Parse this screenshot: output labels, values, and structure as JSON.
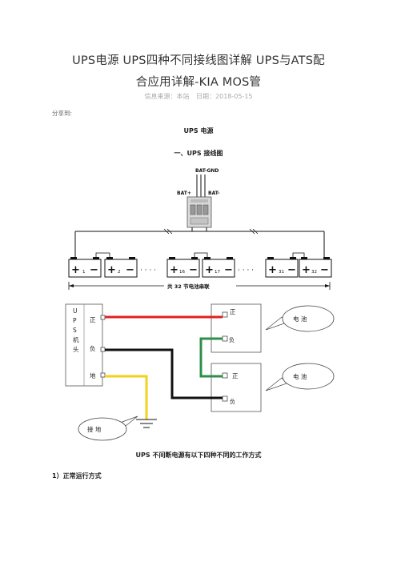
{
  "article": {
    "title_line1": "UPS电源  UPS四种不同接线图详解  UPS与ATS配",
    "title_line2": "合应用详解-KIA MOS管",
    "source": "信息来源：本站",
    "date": "日期：2018-05-15",
    "share": "分享到:"
  },
  "section": {
    "heading": "UPS 电源",
    "subheading": "一、UPS 接线图",
    "caption": "UPS 不间断电源有以下四种不同的工作方式",
    "step1": "1）正常运行方式"
  },
  "diagram1": {
    "bat_gnd": "BAT-GND",
    "bat_plus": "BAT+",
    "bat_minus": "BAT-",
    "cells": [
      "1",
      "2",
      "16",
      "17",
      "31",
      "32"
    ],
    "dots": "· · · ·",
    "total_label": "共   32  节电池串联"
  },
  "diagram2": {
    "ups_chars": [
      "U",
      "P",
      "S",
      "机",
      "头"
    ],
    "ups_pos": "正",
    "ups_neg": "负",
    "ups_ground": "地",
    "battery_pos": "正",
    "battery_neg": "负",
    "battery_label": "电   池",
    "ground_label": "接   地",
    "colors": {
      "red": "#e02020",
      "black": "#111111",
      "green": "#2f8f4a",
      "yellow": "#f2d21b"
    }
  }
}
